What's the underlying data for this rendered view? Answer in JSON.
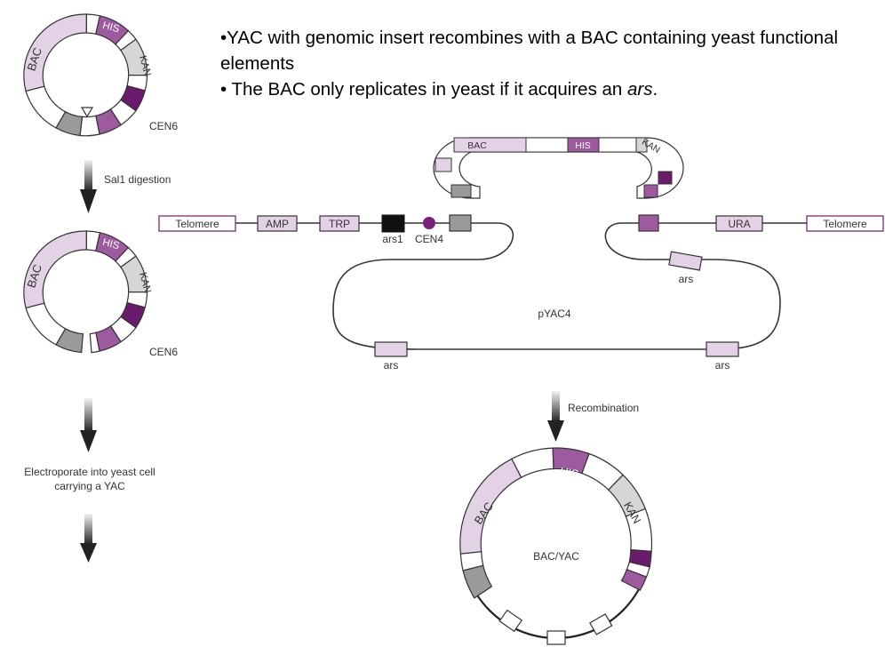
{
  "bullets": [
    "•YAC with genomic insert recombines with a BAC containing yeast functional elements",
    "• The BAC only replicates in yeast if it acquires an"
  ],
  "bullet2_italic": "ars",
  "bullet2_end": ".",
  "steps": {
    "sal1": "Sal1 digestion",
    "electroporate_line1": "Electroporate into yeast cell",
    "electroporate_line2": "carrying a YAC",
    "recombination": "Recombination"
  },
  "bac": {
    "bac": "BAC",
    "his": "HIS",
    "kan": "KAN",
    "cen6": "CEN6"
  },
  "yac": {
    "telomere_left": "Telomere",
    "amp": "AMP",
    "trp": "TRP",
    "ars1": "ars1",
    "cen4": "CEN4",
    "ura": "URA",
    "telomere_right": "Telomere",
    "name": "pYAC4",
    "ars_a": "ars",
    "ars_b": "ars",
    "ars_c": "ars"
  },
  "top_bac": {
    "bac": "BAC",
    "his": "HIS",
    "kan": "KAN"
  },
  "result": {
    "bac": "BAC",
    "his": "HIS",
    "kan": "KAN",
    "name": "BAC/YAC"
  },
  "colors": {
    "light_purple": "#e3d2e6",
    "mid_purple": "#9e5a9e",
    "dark_purple": "#6b1b6b",
    "gray": "#9a9a9a",
    "light_gray": "#d6d6d6",
    "cen4_dot": "#7a1f7a"
  }
}
